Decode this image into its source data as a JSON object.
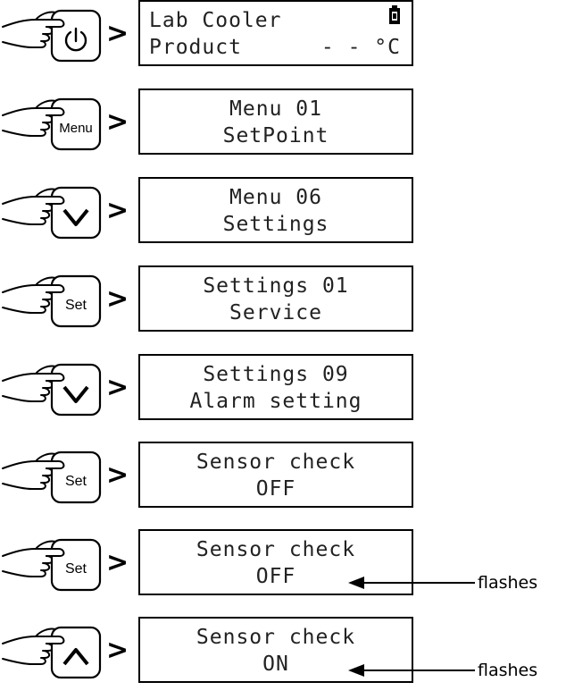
{
  "steps": [
    {
      "key": "power-key",
      "button_label": "",
      "icon": "power-icon",
      "line1": "Lab Cooler",
      "line2": "Product",
      "line2_value": "- - °C",
      "display_symbol": "battery-icon"
    },
    {
      "key": "menu-key",
      "button_label": "Menu",
      "line1": "Menu 01",
      "line2": "SetPoint"
    },
    {
      "key": "down-key",
      "button_label": "",
      "icon": "chevron-down-icon",
      "line1": "Menu 06",
      "line2": "Settings"
    },
    {
      "key": "set-key",
      "button_label": "Set",
      "line1": "Settings 01",
      "line2": "Service"
    },
    {
      "key": "down-key",
      "button_label": "",
      "icon": "chevron-down-icon",
      "line1": "Settings 09",
      "line2": "Alarm setting"
    },
    {
      "key": "set-key",
      "button_label": "Set",
      "line1": "Sensor check",
      "line2": "OFF"
    },
    {
      "key": "set-key",
      "button_label": "Set",
      "line1": "Sensor check",
      "line2": "OFF",
      "note": "flashes"
    },
    {
      "key": "up-key",
      "button_label": "",
      "icon": "chevron-up-icon",
      "line1": "Sensor check",
      "line2": "ON",
      "note": "flashes"
    }
  ],
  "separator": ">"
}
